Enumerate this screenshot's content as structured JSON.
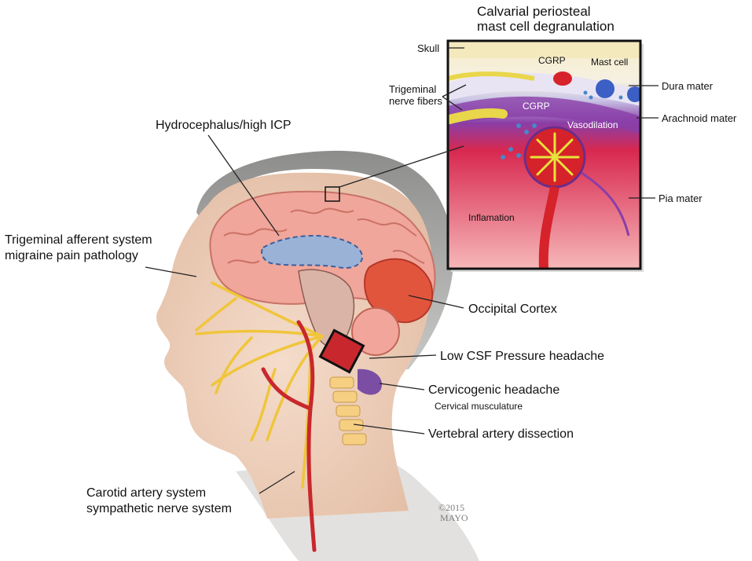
{
  "inset": {
    "title_line1": "Calvarial periosteal",
    "title_line2": "mast cell degranulation",
    "cgrp_top": "CGRP",
    "mast_cell": "Mast cell",
    "cgrp_mid": "CGRP",
    "vasodilation": "Vasodilation",
    "inflamation": "Inflamation"
  },
  "labels": {
    "skull": "Skull",
    "trigeminal_fibers_line1": "Trigeminal",
    "trigeminal_fibers_line2": "nerve fibers",
    "dura_mater": "Dura mater",
    "arachnoid_mater": "Arachnoid mater",
    "pia_mater": "Pia mater",
    "hydrocephalus": "Hydrocephalus/high ICP",
    "trigeminal_afferent_line1": "Trigeminal afferent system",
    "trigeminal_afferent_line2": "migraine pain pathology",
    "occipital_cortex": "Occipital Cortex",
    "low_csf": "Low CSF Pressure headache",
    "cervicogenic": "Cervicogenic headache",
    "cervical_musculature": "Cervical musculature",
    "vertebral": "Vertebral artery dissection",
    "carotid_line1": "Carotid artery system",
    "carotid_line2": "sympathetic nerve system"
  },
  "copyright": {
    "year": "©2015",
    "owner": "MAYO"
  }
}
